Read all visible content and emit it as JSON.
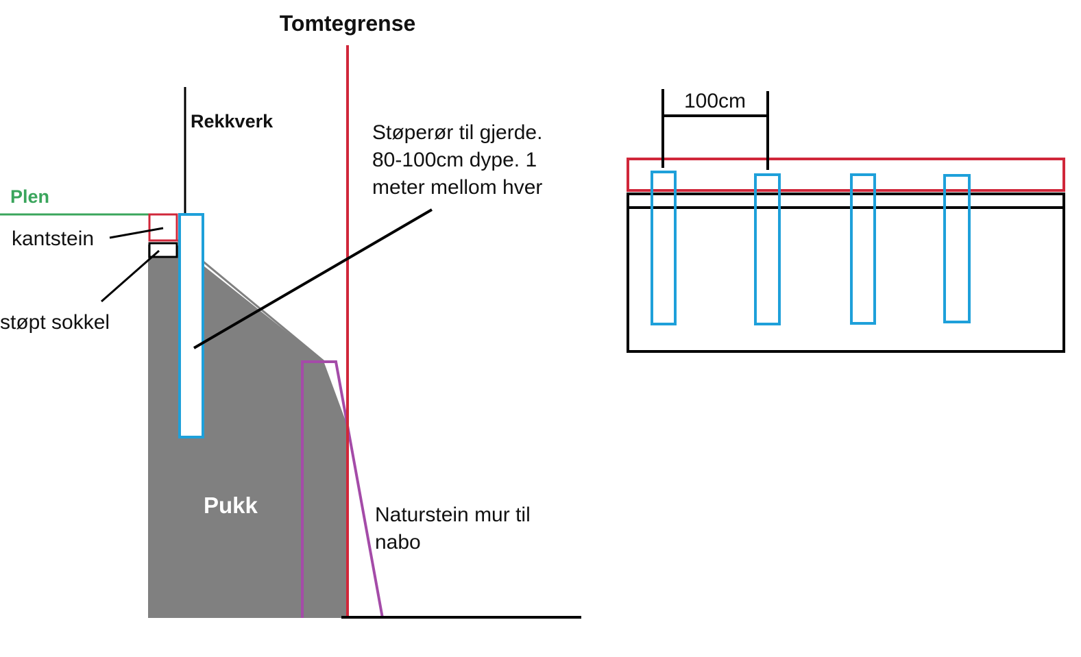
{
  "labels": {
    "property_line": "Tomtegrense",
    "railing": "Rekkverk",
    "lawn": "Plen",
    "curb": "kantstein",
    "cast_base": "støpt sokkel",
    "pipe_line1": "Støperør til gjerde.",
    "pipe_line2": "80-100cm dype. 1",
    "pipe_line3": "meter mellom hver",
    "gravel": "Pukk",
    "wall_line1": "Naturstein mur til",
    "wall_line2": "nabo",
    "spacing": "100cm"
  },
  "colors": {
    "property_line": "#d0273a",
    "pipe": "#1ea0da",
    "gravel": "#808080",
    "lawn": "#3aa55c",
    "wall": "#a44ba8",
    "outline": "#000000",
    "text_on_gravel": "#ffffff"
  }
}
